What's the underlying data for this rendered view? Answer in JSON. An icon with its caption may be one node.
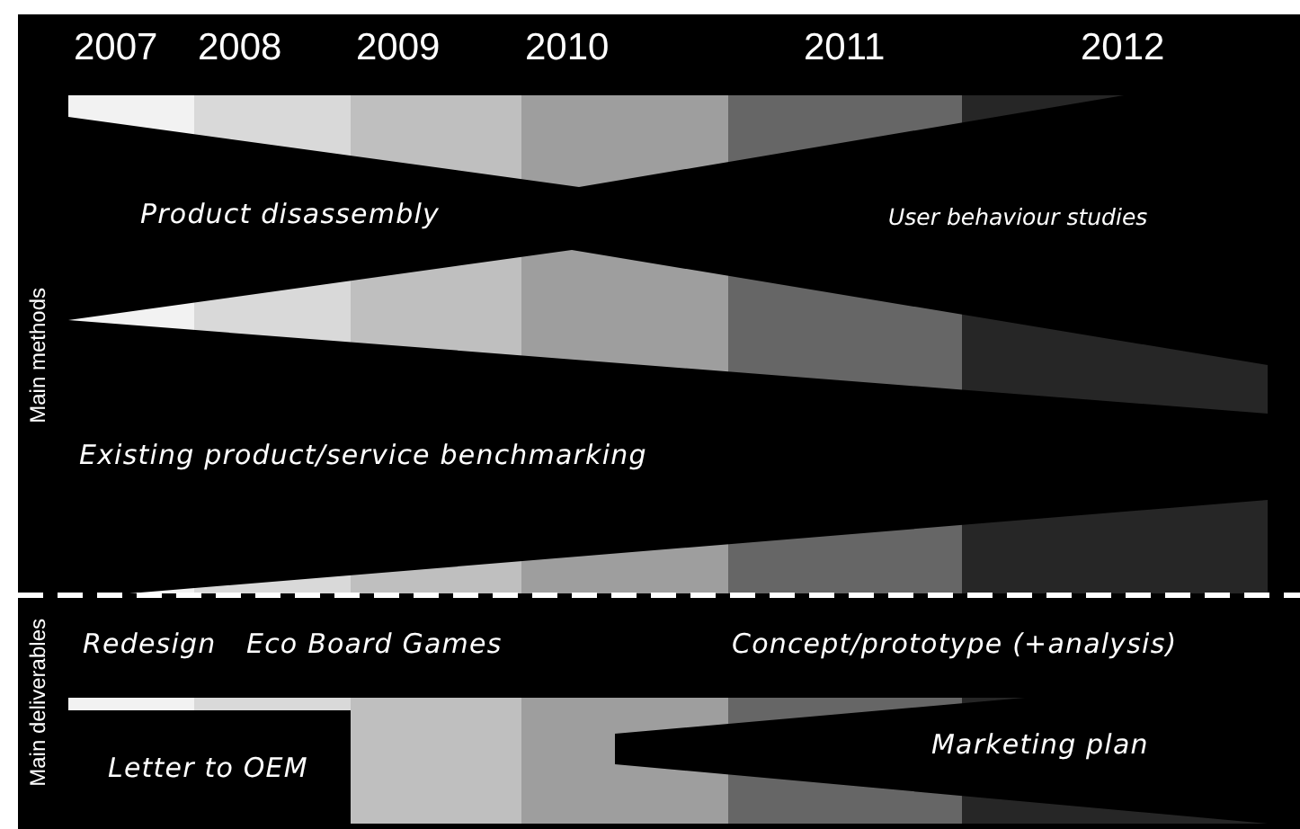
{
  "diagram": {
    "labels": [
      "2007",
      "2008",
      "2009",
      "2010",
      "2011",
      "2012",
      "Product disassembly",
      "User behaviour studies",
      "Main methods",
      "Existing product/service benchmarking",
      "Main deliverables",
      "Redesign",
      "Eco Board Games",
      "Concept/prototype (+analysis)",
      "Letter to OEM",
      "Marketing plan"
    ]
  }
}
